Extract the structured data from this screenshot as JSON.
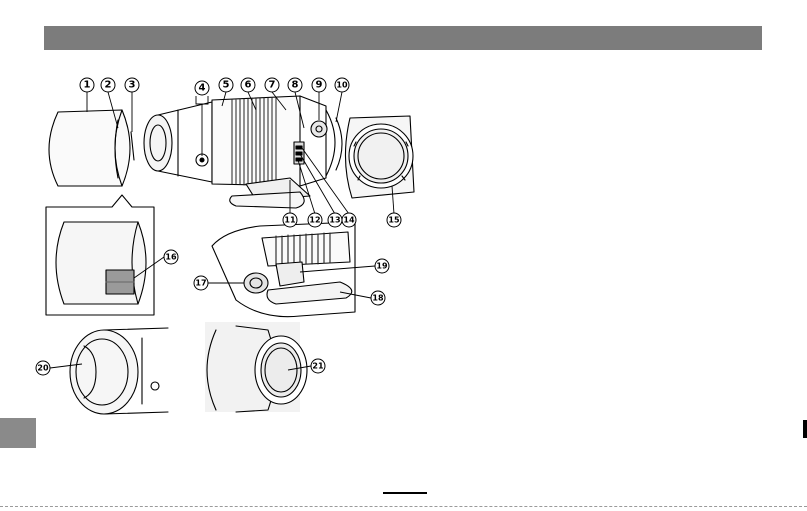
{
  "header": {
    "text": ""
  },
  "colors": {
    "header_bar": "#7c7c7c",
    "side_tab": "#8a8a8a",
    "ink": "#000000"
  },
  "figure": {
    "callouts": [
      "1",
      "2",
      "3",
      "4",
      "5",
      "6",
      "7",
      "8",
      "9",
      "10",
      "11",
      "12",
      "13",
      "14",
      "15",
      "16",
      "17",
      "18",
      "19",
      "20",
      "21"
    ]
  }
}
